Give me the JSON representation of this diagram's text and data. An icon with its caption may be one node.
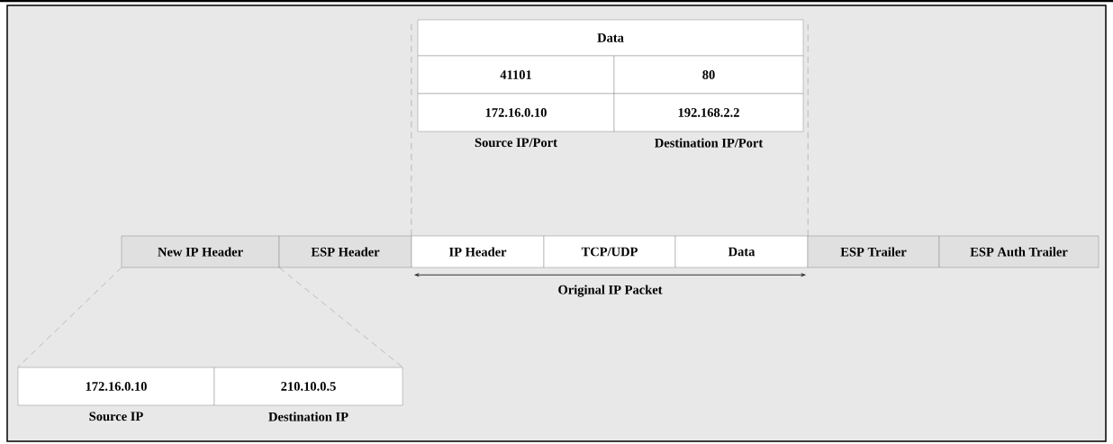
{
  "diagram": {
    "nodes": [
      {
        "text": [
          "New IP Header"
        ]
      },
      {
        "text": [
          "ESP Header"
        ]
      },
      {
        "text": [
          "IP Header"
        ]
      },
      {
        "text": [
          "TCP/UDP"
        ]
      },
      {
        "text": [
          "Data"
        ]
      },
      {
        "text": [
          "ESP Trailer"
        ]
      },
      {
        "text": [
          "ESP Auth Trailer"
        ]
      },
      {
        "text": [
          "Data"
        ]
      },
      {
        "text": [
          "41101"
        ]
      },
      {
        "text": [
          "80"
        ]
      },
      {
        "text": [
          "172.16.0.10"
        ],
        "beside": [
          "Source IP/Port"
        ]
      },
      {
        "text": [
          "192.168.2.2"
        ],
        "beside": [
          "Destination IP/Port"
        ]
      },
      {
        "text": [
          "172.16.0.10"
        ],
        "beside": [
          "Source IP"
        ]
      },
      {
        "text": [
          "210.10.0.5"
        ],
        "beside": [
          "Destination IP"
        ]
      }
    ],
    "edges": [
      {
        "from": 0,
        "to": 12,
        "arrow": "none",
        "style": "dashed"
      },
      {
        "from": 0,
        "to": 13,
        "arrow": "none",
        "style": "dashed"
      },
      {
        "from": 2,
        "to": 7,
        "arrow": "none",
        "style": "dashed"
      },
      {
        "from": 4,
        "to": 7,
        "arrow": "none",
        "style": "dashed"
      },
      {
        "from": 2,
        "to": 4,
        "arrow": "both",
        "label": "Original IP Packet"
      }
    ]
  }
}
